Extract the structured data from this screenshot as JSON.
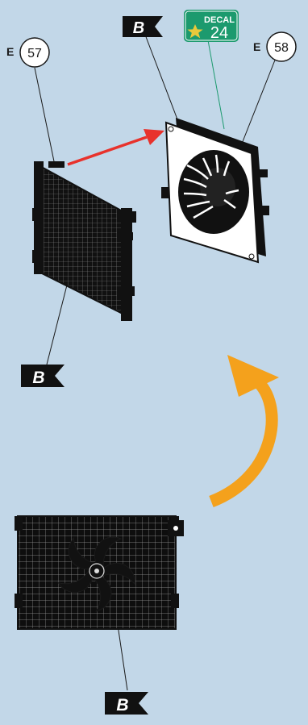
{
  "parts": [
    {
      "prefix": "E",
      "number": "57"
    },
    {
      "prefix": "E",
      "number": "58"
    }
  ],
  "decal": {
    "label": "DECAL",
    "number": "24"
  },
  "flags": [
    {
      "letter": "B"
    },
    {
      "letter": "B"
    },
    {
      "letter": "B"
    }
  ],
  "colors": {
    "background": "#c2d7e8",
    "arrow_red": "#e8322c",
    "arrow_orange": "#f4a11c",
    "decal_green": "#1c9a6e",
    "decal_star": "#e8c93c",
    "line": "#1a1a1a"
  },
  "icons": {
    "flag": "flag-b-icon",
    "decal": "decal-sticker-icon",
    "rotate": "rotate-arrow-icon",
    "assembly": "red-assembly-arrow-icon"
  }
}
